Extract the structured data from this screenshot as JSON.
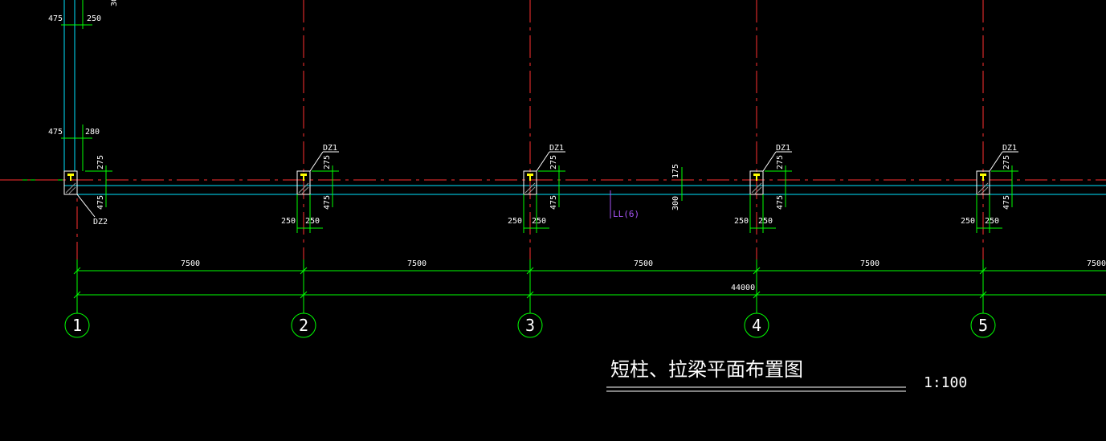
{
  "colors": {
    "background": "#000000",
    "axis_line": "#ff3030",
    "dimension": "#00ff00",
    "beam": "#00e5ff",
    "text": "#ffffff",
    "column_fill": "#ffff00",
    "beam_label": "#a855f7"
  },
  "axes": [
    {
      "label": "1",
      "column_tag": "DZ2"
    },
    {
      "label": "2",
      "column_tag": "DZ1"
    },
    {
      "label": "3",
      "column_tag": "DZ1"
    },
    {
      "label": "4",
      "column_tag": "DZ1"
    },
    {
      "label": "5",
      "column_tag": "DZ1"
    }
  ],
  "spans": [
    "7500",
    "7500",
    "7500",
    "7500",
    "7500"
  ],
  "total_length": "44000",
  "column_dims": {
    "above": "275",
    "below": "475",
    "left": "250",
    "right": "250"
  },
  "left_dims": {
    "top_a": "475",
    "top_b": "250",
    "top_c": "30",
    "mid_a": "475",
    "mid_b": "280"
  },
  "beam": {
    "label": "LL(6)",
    "dim_above": "175",
    "dim_below": "300"
  },
  "title": "短柱、拉梁平面布置图",
  "scale": "1:100"
}
